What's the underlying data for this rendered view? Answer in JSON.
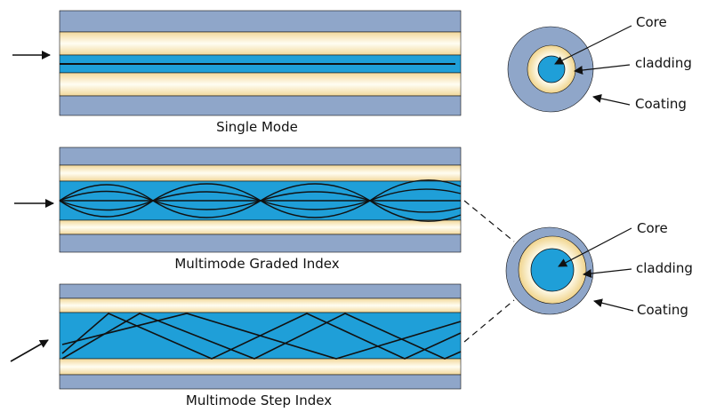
{
  "colors": {
    "coating": "#8fa6c9",
    "cladding_edge": "#f2d89a",
    "cladding_center": "#fffdf2",
    "core": "#1f9fd8",
    "line": "#111111"
  },
  "captions": {
    "single_mode": "Single Mode",
    "graded_index": "Multimode Graded Index",
    "step_index": "Multimode Step Index"
  },
  "cross_section_top": {
    "core": "Core",
    "cladding": "cladding",
    "coating": "Coating"
  },
  "cross_section_bottom": {
    "core": "Core",
    "cladding": "cladding",
    "coating": "Coating"
  },
  "icons": {
    "input_arrow": "arrow-right-icon"
  }
}
